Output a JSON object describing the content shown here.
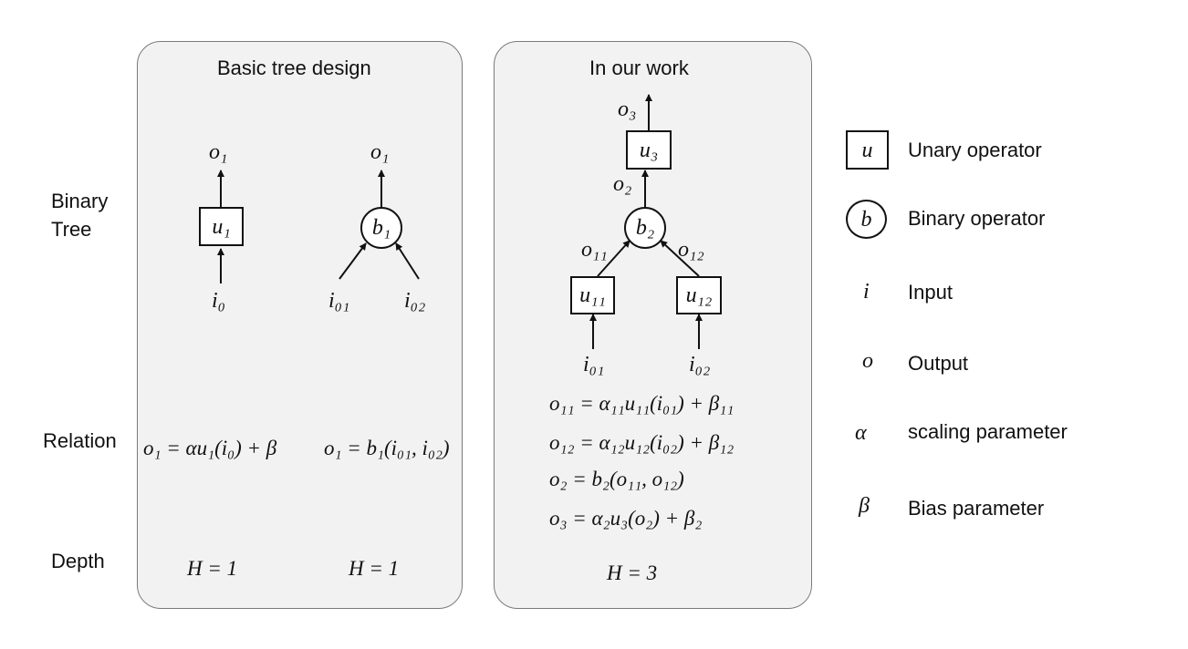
{
  "panels": {
    "left_title": "Basic tree design",
    "right_title": "In our work"
  },
  "row_labels": {
    "binary_tree": "Binary\nTree",
    "relation": "Relation",
    "depth": "Depth"
  },
  "left": {
    "unary_node": "u₁",
    "unary_output": "o₁",
    "unary_input": "i₀",
    "binary_node": "b₁",
    "binary_output": "o₁",
    "binary_input_1": "i₀₁",
    "binary_input_2": "i₀₂",
    "relation_unary": "o₁ = αu₁(i₀) + β",
    "relation_binary": "o₁ = b₁(i₀₁, i₀₂)",
    "depth_unary": "H = 1",
    "depth_binary": "H = 1"
  },
  "right": {
    "top_output": "o₃",
    "top_node": "u₃",
    "mid_output": "o₂",
    "binary_node": "b₂",
    "left_output": "o₁₁",
    "right_output": "o₁₂",
    "left_node": "u₁₁",
    "right_node": "u₁₂",
    "left_input": "i₀₁",
    "right_input": "i₀₂",
    "equations": [
      "o₁₁ = α₁₁u₁₁(i₀₁) + β₁₁",
      "o₁₂ = α₁₂u₁₂(i₀₂) + β₁₂",
      "o₂ = b₂(o₁₁, o₁₂)",
      "o₃ = α₂u₃(o₂) + β₂"
    ],
    "depth": "H = 3"
  },
  "legend": [
    {
      "symbol": "u",
      "label": "Unary operator"
    },
    {
      "symbol": "b",
      "label": "Binary operator"
    },
    {
      "symbol": "i",
      "label": "Input"
    },
    {
      "symbol": "o",
      "label": "Output"
    },
    {
      "symbol": "α",
      "label": "scaling parameter"
    },
    {
      "symbol": "β",
      "label": "Bias parameter"
    }
  ]
}
